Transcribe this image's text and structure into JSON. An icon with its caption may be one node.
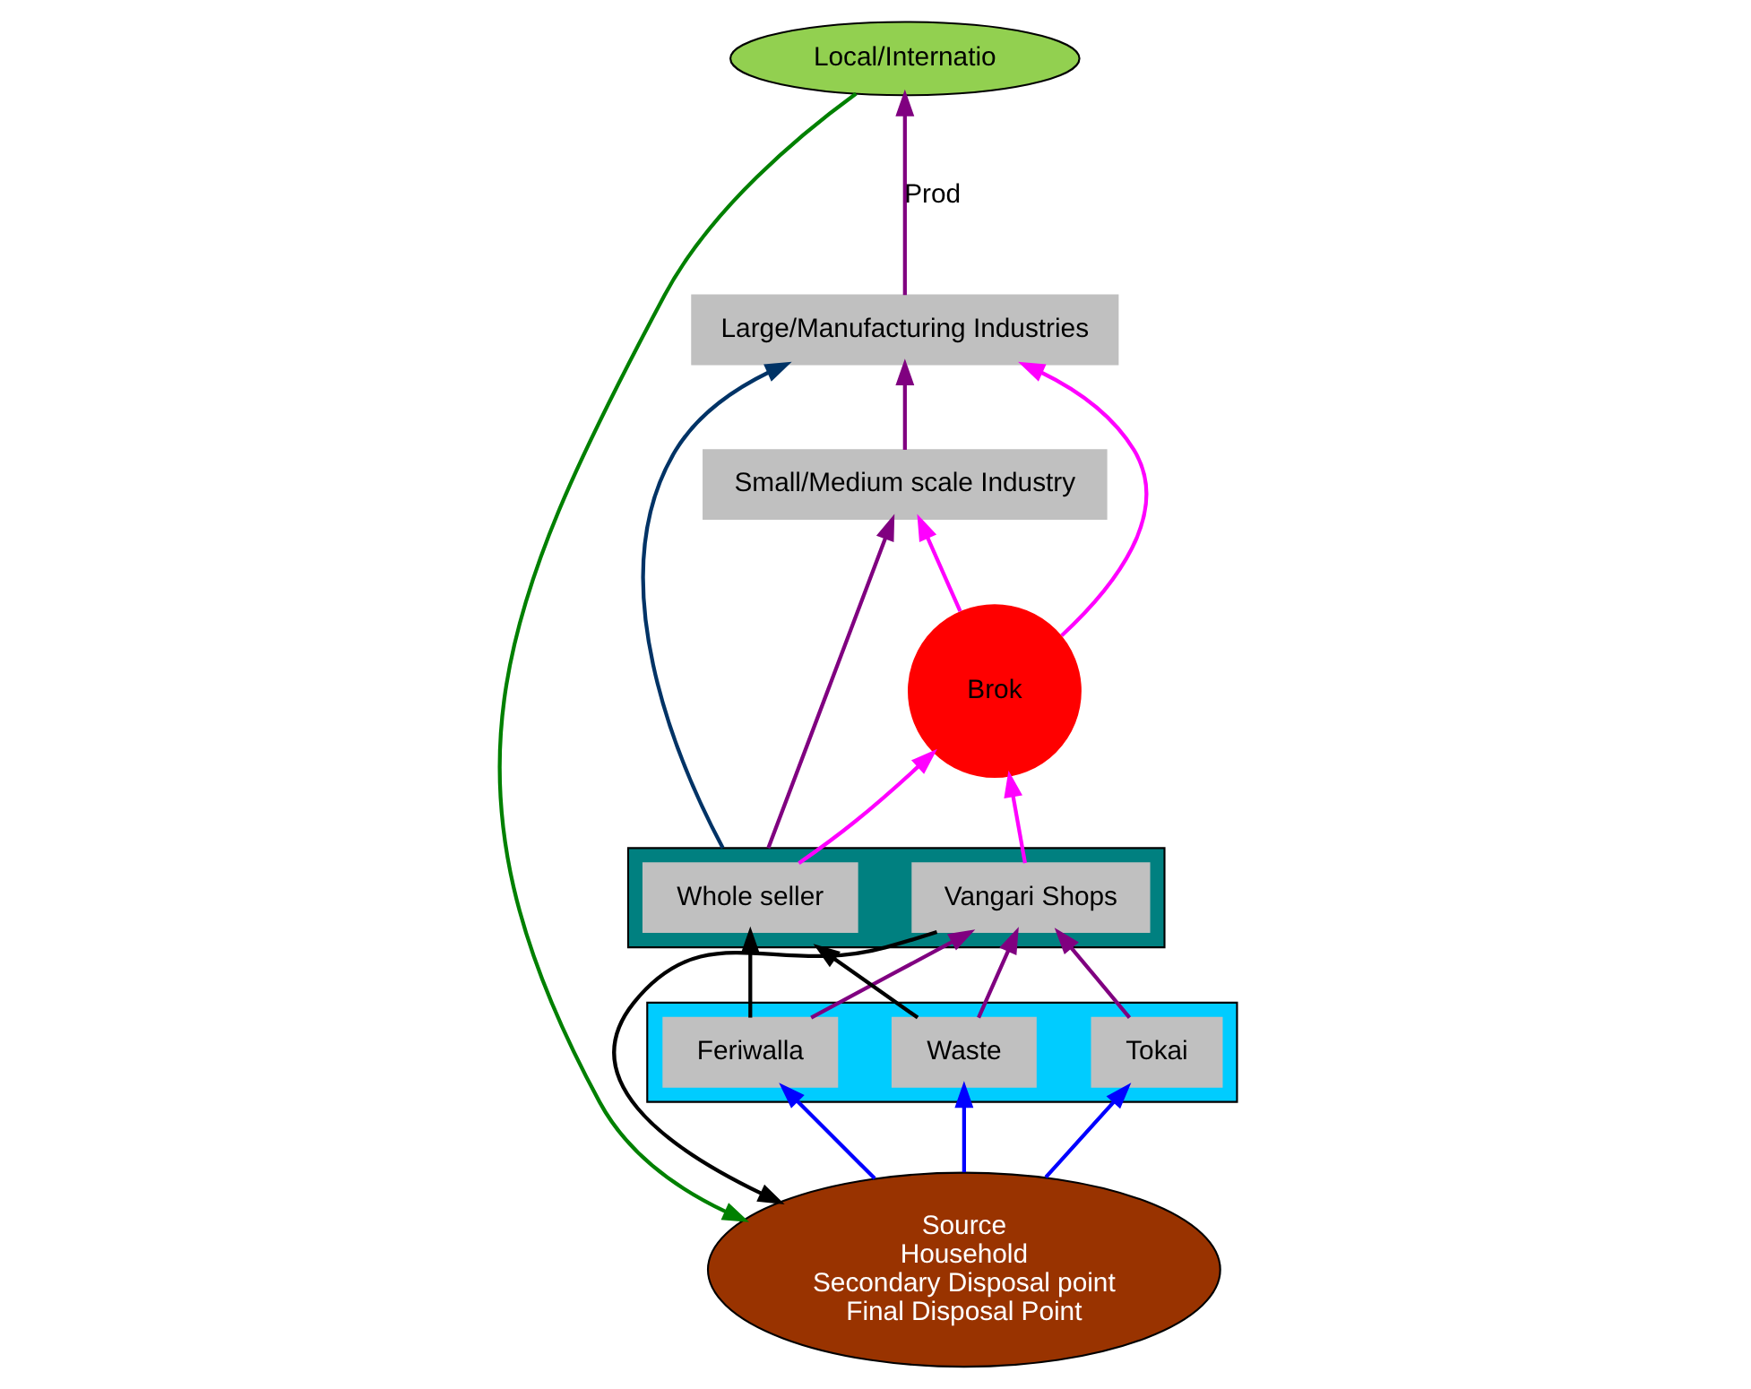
{
  "diagram": {
    "nodes": [
      {
        "text": [
          "Local/Internatio"
        ]
      },
      {
        "text": [
          "Large/Manufacturing Industries"
        ]
      },
      {
        "text": [
          "Small/Medium scale Industry"
        ]
      },
      {
        "text": [],
        "shape": "box"
      },
      {
        "text": [
          "Whole seller"
        ],
        "in": 3
      },
      {
        "text": [
          "Vangari Shops"
        ],
        "in": 3
      },
      {
        "text": [],
        "shape": "box"
      },
      {
        "text": [
          "Tokai"
        ],
        "in": 6
      },
      {
        "text": [
          "Feriwalla"
        ],
        "in": 6
      },
      {
        "text": [
          "Waste"
        ],
        "in": 6
      },
      {
        "text": [
          "Brok"
        ]
      },
      {
        "text": [
          "Source",
          "Household",
          "Secondary Disposal point",
          "Final Disposal Point"
        ]
      }
    ],
    "edges": [
      {
        "from": 11,
        "to": 7,
        "arrow": "to",
        "color": "#0000ff"
      },
      {
        "from": 11,
        "to": 8,
        "arrow": "to",
        "color": "#0000ff"
      },
      {
        "from": 11,
        "to": 9,
        "arrow": "to",
        "color": "#0000ff"
      },
      {
        "from": 7,
        "to": 5,
        "arrow": "to",
        "color": "#800080"
      },
      {
        "from": 8,
        "to": 5,
        "arrow": "to",
        "color": "#800080"
      },
      {
        "from": 9,
        "to": 5,
        "arrow": "to",
        "color": "#800080"
      },
      {
        "from": 8,
        "to": 4,
        "arrow": "to",
        "color": "#000000"
      },
      {
        "from": 9,
        "to": 3,
        "arrow": "to",
        "color": "#000000"
      },
      {
        "from": 5,
        "to": 11,
        "arrow": "to",
        "color": "#000000"
      },
      {
        "from": 3,
        "to": 2,
        "arrow": "to",
        "color": "#800080"
      },
      {
        "from": 2,
        "to": 1,
        "arrow": "to",
        "color": "#800080"
      },
      {
        "from": 1,
        "to": 0,
        "arrow": "to",
        "label": "Prod",
        "color": "#800080"
      },
      {
        "from": 4,
        "to": 10,
        "arrow": "to",
        "color": "#ff00ff"
      },
      {
        "from": 5,
        "to": 10,
        "arrow": "to",
        "color": "#ff00ff"
      },
      {
        "from": 10,
        "to": 2,
        "arrow": "to",
        "color": "#ff00ff"
      },
      {
        "from": 10,
        "to": 1,
        "arrow": "to",
        "color": "#ff00ff"
      },
      {
        "from": 3,
        "to": 1,
        "arrow": "to",
        "color": "#003366"
      },
      {
        "from": 0,
        "to": 11,
        "arrow": "to",
        "color": "#008000"
      }
    ]
  }
}
